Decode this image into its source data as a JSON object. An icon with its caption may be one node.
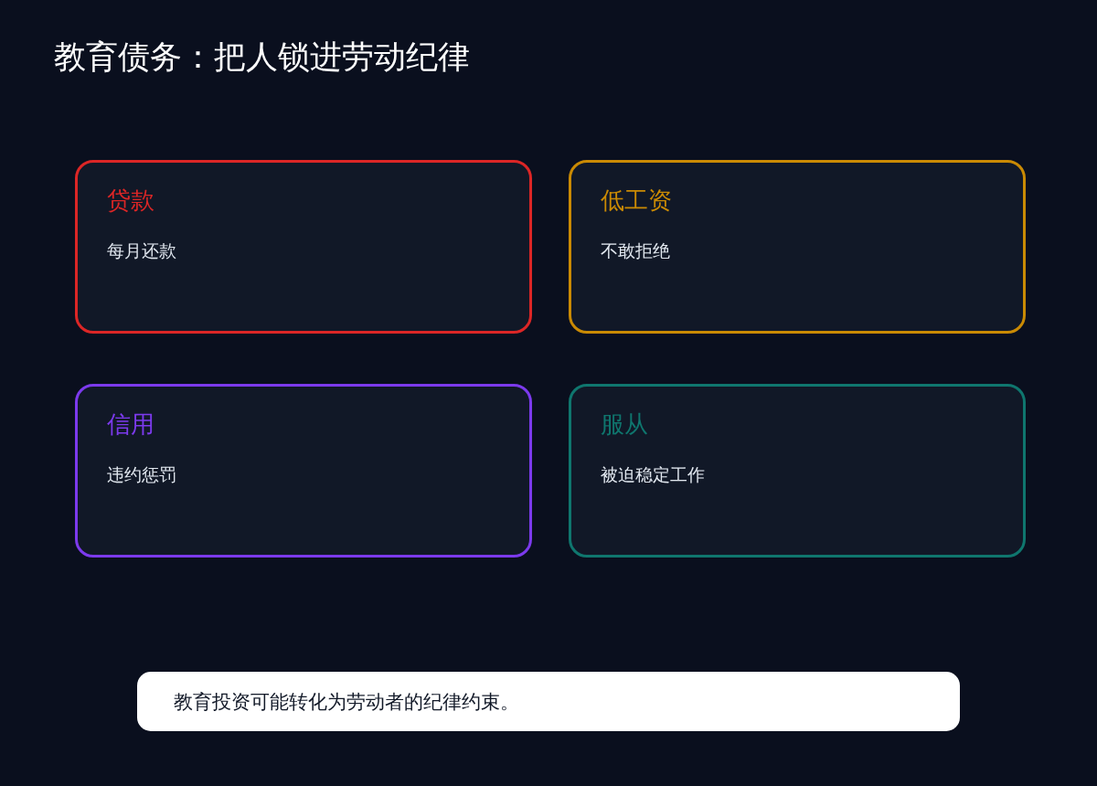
{
  "diagram": {
    "title": "教育债务：把人锁进劳动纪律",
    "nodes": [
      {
        "text": [
          "贷款",
          "每月还款"
        ]
      },
      {
        "text": [
          "低工资",
          "不敢拒绝"
        ]
      },
      {
        "text": [
          "信用",
          "违约惩罚"
        ]
      },
      {
        "text": [
          "服从",
          "被迫稳定工作"
        ]
      },
      {
        "text": [
          "教育投资可能转化为劳动者的纪律约束。"
        ]
      }
    ]
  }
}
